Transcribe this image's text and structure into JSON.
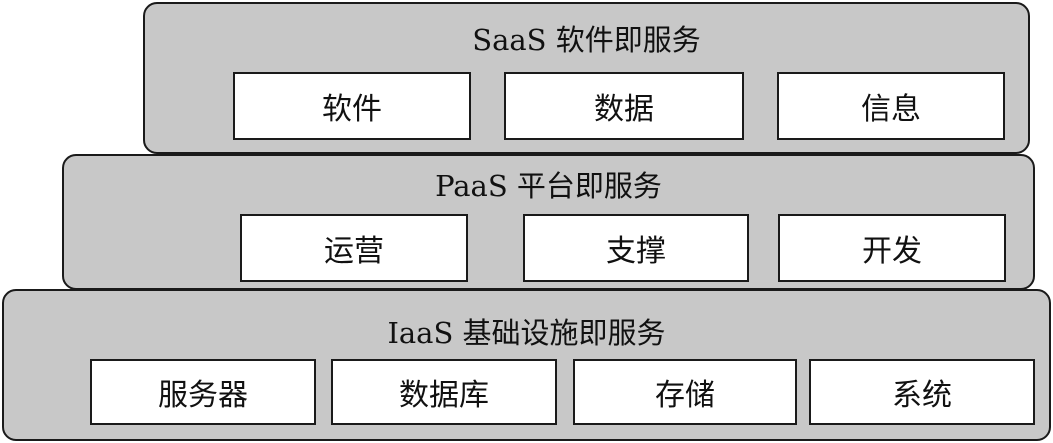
{
  "layers": {
    "saas": {
      "title": "SaaS 软件即服务",
      "items": [
        "软件",
        "数据",
        "信息"
      ]
    },
    "paas": {
      "title": "PaaS 平台即服务",
      "items": [
        "运营",
        "支撑",
        "开发"
      ]
    },
    "iaas": {
      "title": "IaaS 基础设施即服务",
      "items": [
        "服务器",
        "数据库",
        "存储",
        "系统"
      ]
    }
  },
  "colors": {
    "layer_fill": "#c8c8c8",
    "cell_fill": "#ffffff",
    "border": "#1a1a1a"
  }
}
